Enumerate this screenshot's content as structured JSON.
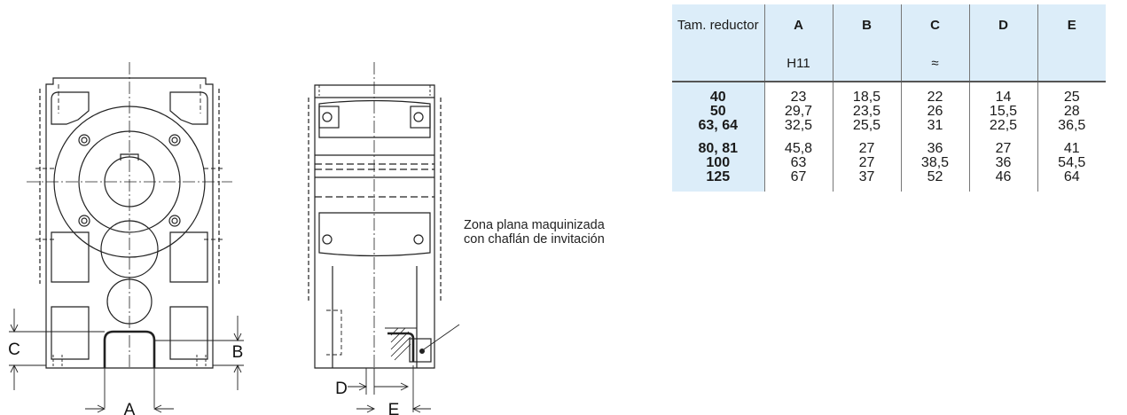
{
  "drawing": {
    "dim_labels": [
      "A",
      "B",
      "C",
      "D",
      "E"
    ],
    "note_lines": [
      "Zona plana maquinizada",
      "con chaflán de invitación"
    ]
  },
  "table": {
    "headers": [
      "Tam. reductor",
      "A",
      "B",
      "C",
      "D",
      "E"
    ],
    "subheaders": [
      "",
      "H11",
      "",
      "≈",
      "",
      ""
    ],
    "groups": [
      {
        "sizes": [
          "40",
          "50",
          "63, 64"
        ],
        "columns": [
          [
            "23",
            "29,7",
            "32,5"
          ],
          [
            "18,5",
            "23,5",
            "25,5"
          ],
          [
            "22",
            "26",
            "31"
          ],
          [
            "14",
            "15,5",
            "22,5"
          ],
          [
            "25",
            "28",
            "36,5"
          ]
        ]
      },
      {
        "sizes": [
          "80, 81",
          "100",
          "125"
        ],
        "columns": [
          [
            "45,8",
            "63",
            "67"
          ],
          [
            "27",
            "27",
            "37"
          ],
          [
            "36",
            "38,5",
            "52"
          ],
          [
            "27",
            "36",
            "46"
          ],
          [
            "41",
            "54,5",
            "64"
          ]
        ]
      }
    ]
  }
}
